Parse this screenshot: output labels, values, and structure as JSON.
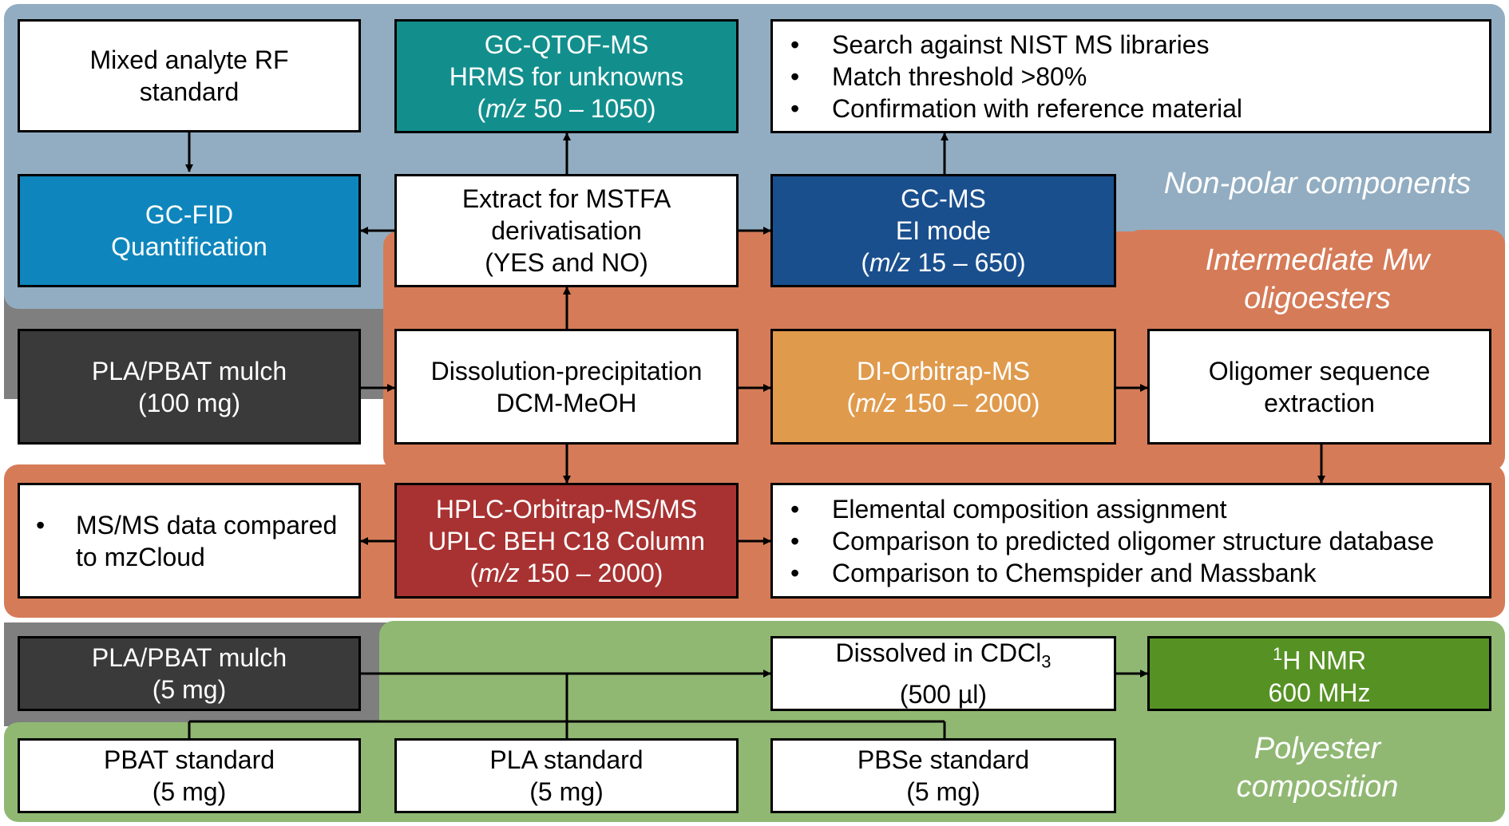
{
  "colors": {
    "nonpolar_bg": "#92adc1",
    "oligo_bg": "#d57b58",
    "polyester_bg": "#90b873",
    "grey_bg": "#7f7f7f",
    "gc_qtof": "#128f8d",
    "gc_fid": "#0e86bd",
    "gc_ms": "#1a4f8e",
    "di_orbitrap": "#e09a4c",
    "hplc": "#a83232",
    "nmr": "#569124",
    "mulch": "#3a3a3a"
  },
  "regions": {
    "nonpolar_label": "Non-polar components",
    "oligo_label_line1": "Intermediate Mw",
    "oligo_label_line2": "oligoesters",
    "polyester_label_line1": "Polyester",
    "polyester_label_line2": "composition"
  },
  "nodes": {
    "mixed_rf": {
      "line1": "Mixed analyte RF",
      "line2": "standard"
    },
    "gc_qtof": {
      "line1": "GC-QTOF-MS",
      "line2": "HRMS for unknowns",
      "mz": "m/z",
      "range": " 50 – 1050)"
    },
    "nist": {
      "items": [
        "Search against NIST MS libraries",
        "Match threshold >80%",
        "Confirmation with reference material"
      ]
    },
    "gc_fid": {
      "line1": "GC-FID",
      "line2": "Quantification"
    },
    "mstfa": {
      "line1": "Extract for MSTFA",
      "line2": "derivatisation",
      "line3": "(YES and NO)"
    },
    "gc_ms": {
      "line1": "GC-MS",
      "line2": "EI mode",
      "mz": "m/z",
      "range": " 15 – 650)"
    },
    "mulch100": {
      "line1": "PLA/PBAT mulch",
      "line2": "(100 mg)"
    },
    "dissolution": {
      "line1": "Dissolution-precipitation",
      "line2": "DCM-MeOH"
    },
    "di_orbitrap": {
      "line1": "DI-Orbitrap-MS",
      "mz": "m/z",
      "range": " 150 – 2000)"
    },
    "oligomer_seq": {
      "line1": "Oligomer sequence",
      "line2": "extraction"
    },
    "msms": {
      "items": [
        "MS/MS data compared to mzCloud"
      ]
    },
    "hplc": {
      "line1": "HPLC-Orbitrap-MS/MS",
      "line2": "UPLC BEH C18 Column",
      "mz": "m/z",
      "range": " 150 – 2000)"
    },
    "elemental": {
      "items": [
        "Elemental composition assignment",
        "Comparison to predicted oligomer structure database",
        "Comparison to Chemspider and Massbank"
      ]
    },
    "mulch5": {
      "line1": "PLA/PBAT mulch",
      "line2": "(5 mg)"
    },
    "cdcl3": {
      "line1": "Dissolved in CDCl",
      "sub": "3",
      "line2": "(500 µl)"
    },
    "nmr": {
      "sup": "1",
      "line1": "H NMR",
      "line2": "600 MHz"
    },
    "pbat_std": {
      "line1": "PBAT standard",
      "line2": "(5 mg)"
    },
    "pla_std": {
      "line1": "PLA standard",
      "line2": "(5 mg)"
    },
    "pbse_std": {
      "line1": "PBSe standard",
      "line2": "(5 mg)"
    }
  }
}
